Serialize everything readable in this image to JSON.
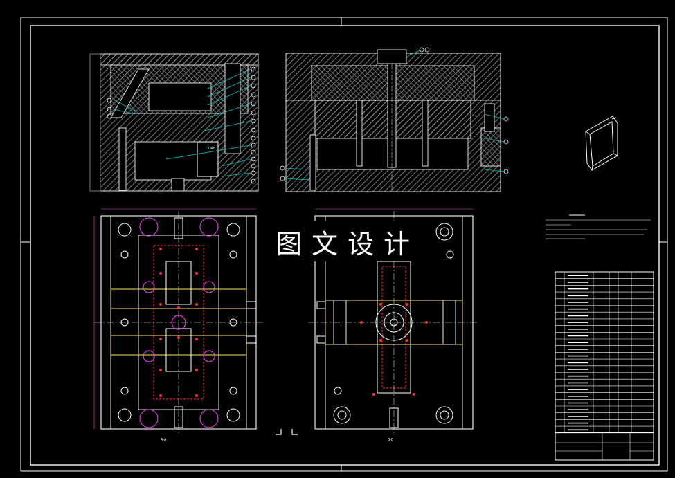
{
  "watermark": {
    "text": "图文设计"
  },
  "annotations": {
    "a_section_label": "A-A",
    "b_section_label": "B-B",
    "core_label": "CORE"
  },
  "colors": {
    "background": "#000000",
    "frame": "#ffffff",
    "hatch": "#c8c8c8",
    "leader": "#00c8c8",
    "dimension": "#ff40ff",
    "pin": "#ff3030",
    "slider": "#ffe060",
    "plate_outline": "#e8e8e8"
  }
}
